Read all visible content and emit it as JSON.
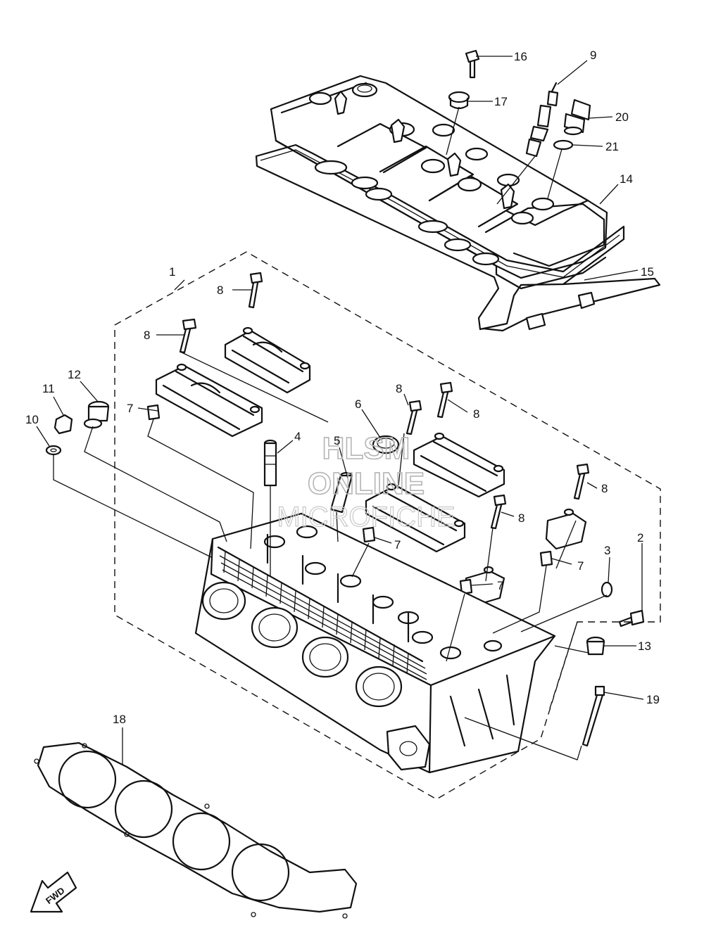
{
  "callouts": {
    "c1": "1",
    "c2": "2",
    "c3": "3",
    "c4": "4",
    "c5": "5",
    "c6": "6",
    "c7": "7",
    "c8": "8",
    "c9": "9",
    "c10": "10",
    "c11": "11",
    "c12": "12",
    "c13": "13",
    "c14": "14",
    "c15": "15",
    "c16": "16",
    "c17": "17",
    "c18": "18",
    "c19": "19",
    "c20": "20",
    "c21": "21"
  },
  "fwd_label": "FWD",
  "watermark": {
    "line1": "HLSM",
    "line2": "ONLINE",
    "line3": "MICROFICHE"
  }
}
